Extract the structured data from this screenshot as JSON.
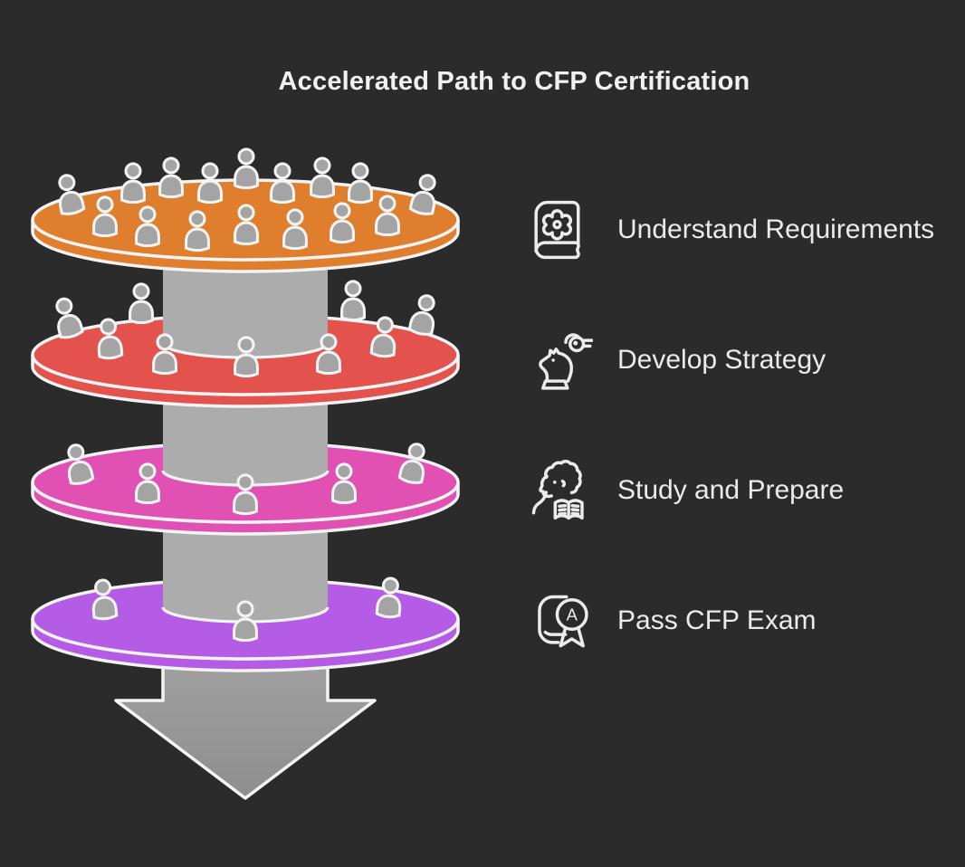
{
  "title": "Accelerated Path to CFP Certification",
  "steps": [
    {
      "label": "Understand Requirements",
      "icon": "book-gear-icon"
    },
    {
      "label": "Develop Strategy",
      "icon": "chess-knight-icon"
    },
    {
      "label": "Study and Prepare",
      "icon": "reading-person-icon"
    },
    {
      "label": "Pass CFP Exam",
      "icon": "award-book-icon",
      "badge_letter": "A"
    }
  ],
  "funnel": {
    "description": "Four stacked discs crowded with people figures, narrowing in count toward the bottom, joined by a gray column ending in a large down arrow",
    "layers": [
      {
        "name": "layer-1",
        "color": "#DF7E2D",
        "people_count": 16,
        "people": [
          [
            82,
            240,
            -12
          ],
          [
            147,
            228,
            0
          ],
          [
            189,
            222,
            0
          ],
          [
            232,
            228,
            0
          ],
          [
            272,
            212,
            0
          ],
          [
            312,
            228,
            0
          ],
          [
            356,
            222,
            0
          ],
          [
            398,
            228,
            0
          ],
          [
            464,
            240,
            12
          ],
          [
            116,
            265,
            0
          ],
          [
            163,
            276,
            0
          ],
          [
            218,
            281,
            0
          ],
          [
            272,
            274,
            0
          ],
          [
            326,
            279,
            0
          ],
          [
            378,
            272,
            0
          ],
          [
            428,
            264,
            0
          ]
        ]
      },
      {
        "name": "layer-2",
        "color": "#E4524E",
        "people_count": 9,
        "people": [
          [
            81,
            376,
            -15
          ],
          [
            123,
            400,
            -5
          ],
          [
            156,
            361,
            0
          ],
          [
            182,
            417,
            0
          ],
          [
            272,
            420,
            0
          ],
          [
            363,
            417,
            0
          ],
          [
            390,
            358,
            0
          ],
          [
            422,
            398,
            5
          ],
          [
            463,
            373,
            12
          ]
        ]
      },
      {
        "name": "layer-3",
        "color": "#E151B3",
        "people_count": 5,
        "people": [
          [
            92,
            538,
            -12
          ],
          [
            163,
            560,
            0
          ],
          [
            271,
            572,
            0
          ],
          [
            380,
            560,
            0
          ],
          [
            452,
            537,
            12
          ]
        ]
      },
      {
        "name": "layer-4",
        "color": "#B55CE6",
        "people_count": 3,
        "people": [
          [
            117,
            688,
            -5
          ],
          [
            271,
            712,
            0
          ],
          [
            428,
            686,
            5
          ]
        ]
      }
    ],
    "person_color": "#A4A4A4",
    "column_color": "#ACACAC",
    "arrow_color_top": "#A8A8A8",
    "arrow_color_bottom": "#8E8E8E",
    "outline_color": "#F4F4F4"
  },
  "colors": {
    "background": "#2B2B2B",
    "title_text": "#F1F1F1",
    "label_text": "#EBEBEB",
    "icon_stroke": "#ECECEC"
  }
}
